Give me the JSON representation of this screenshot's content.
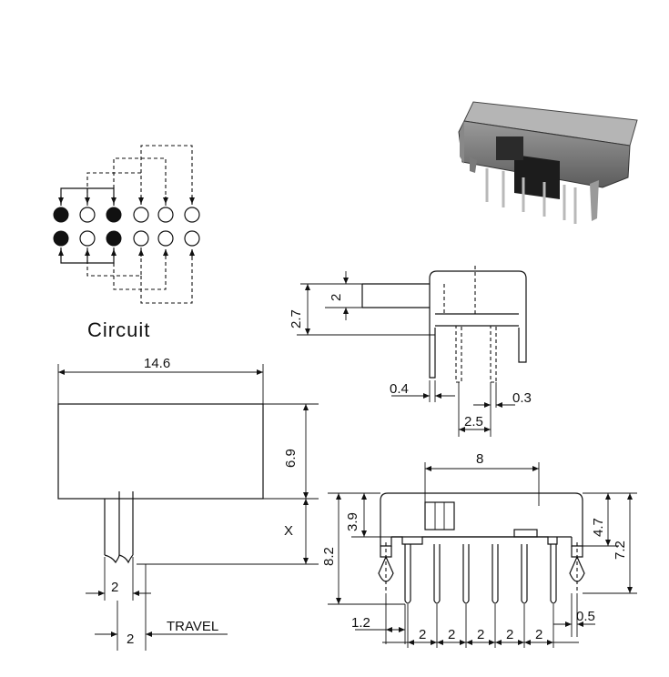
{
  "circuit_label": "Circuit",
  "dimensions": {
    "width_top": "14.6",
    "height_body": "6.9",
    "x_label": "X",
    "lever_width": "2",
    "travel_value": "2",
    "travel_label": "TRAVEL",
    "side_2_7": "2.7",
    "side_2": "2",
    "side_0_4": "0.4",
    "side_0_3": "0.3",
    "side_2_5": "2.5",
    "front_8": "8",
    "front_3_9": "3.9",
    "front_8_2": "8.2",
    "front_4_7": "4.7",
    "front_7_2": "7.2",
    "front_1_2": "1.2",
    "front_0_5": "0.5",
    "pitch": [
      "2",
      "2",
      "2",
      "2",
      "2"
    ]
  },
  "pins": {
    "row1": [
      "filled",
      "open",
      "filled",
      "open",
      "open",
      "open"
    ],
    "row2": [
      "filled",
      "open",
      "filled",
      "open",
      "open",
      "open"
    ]
  }
}
